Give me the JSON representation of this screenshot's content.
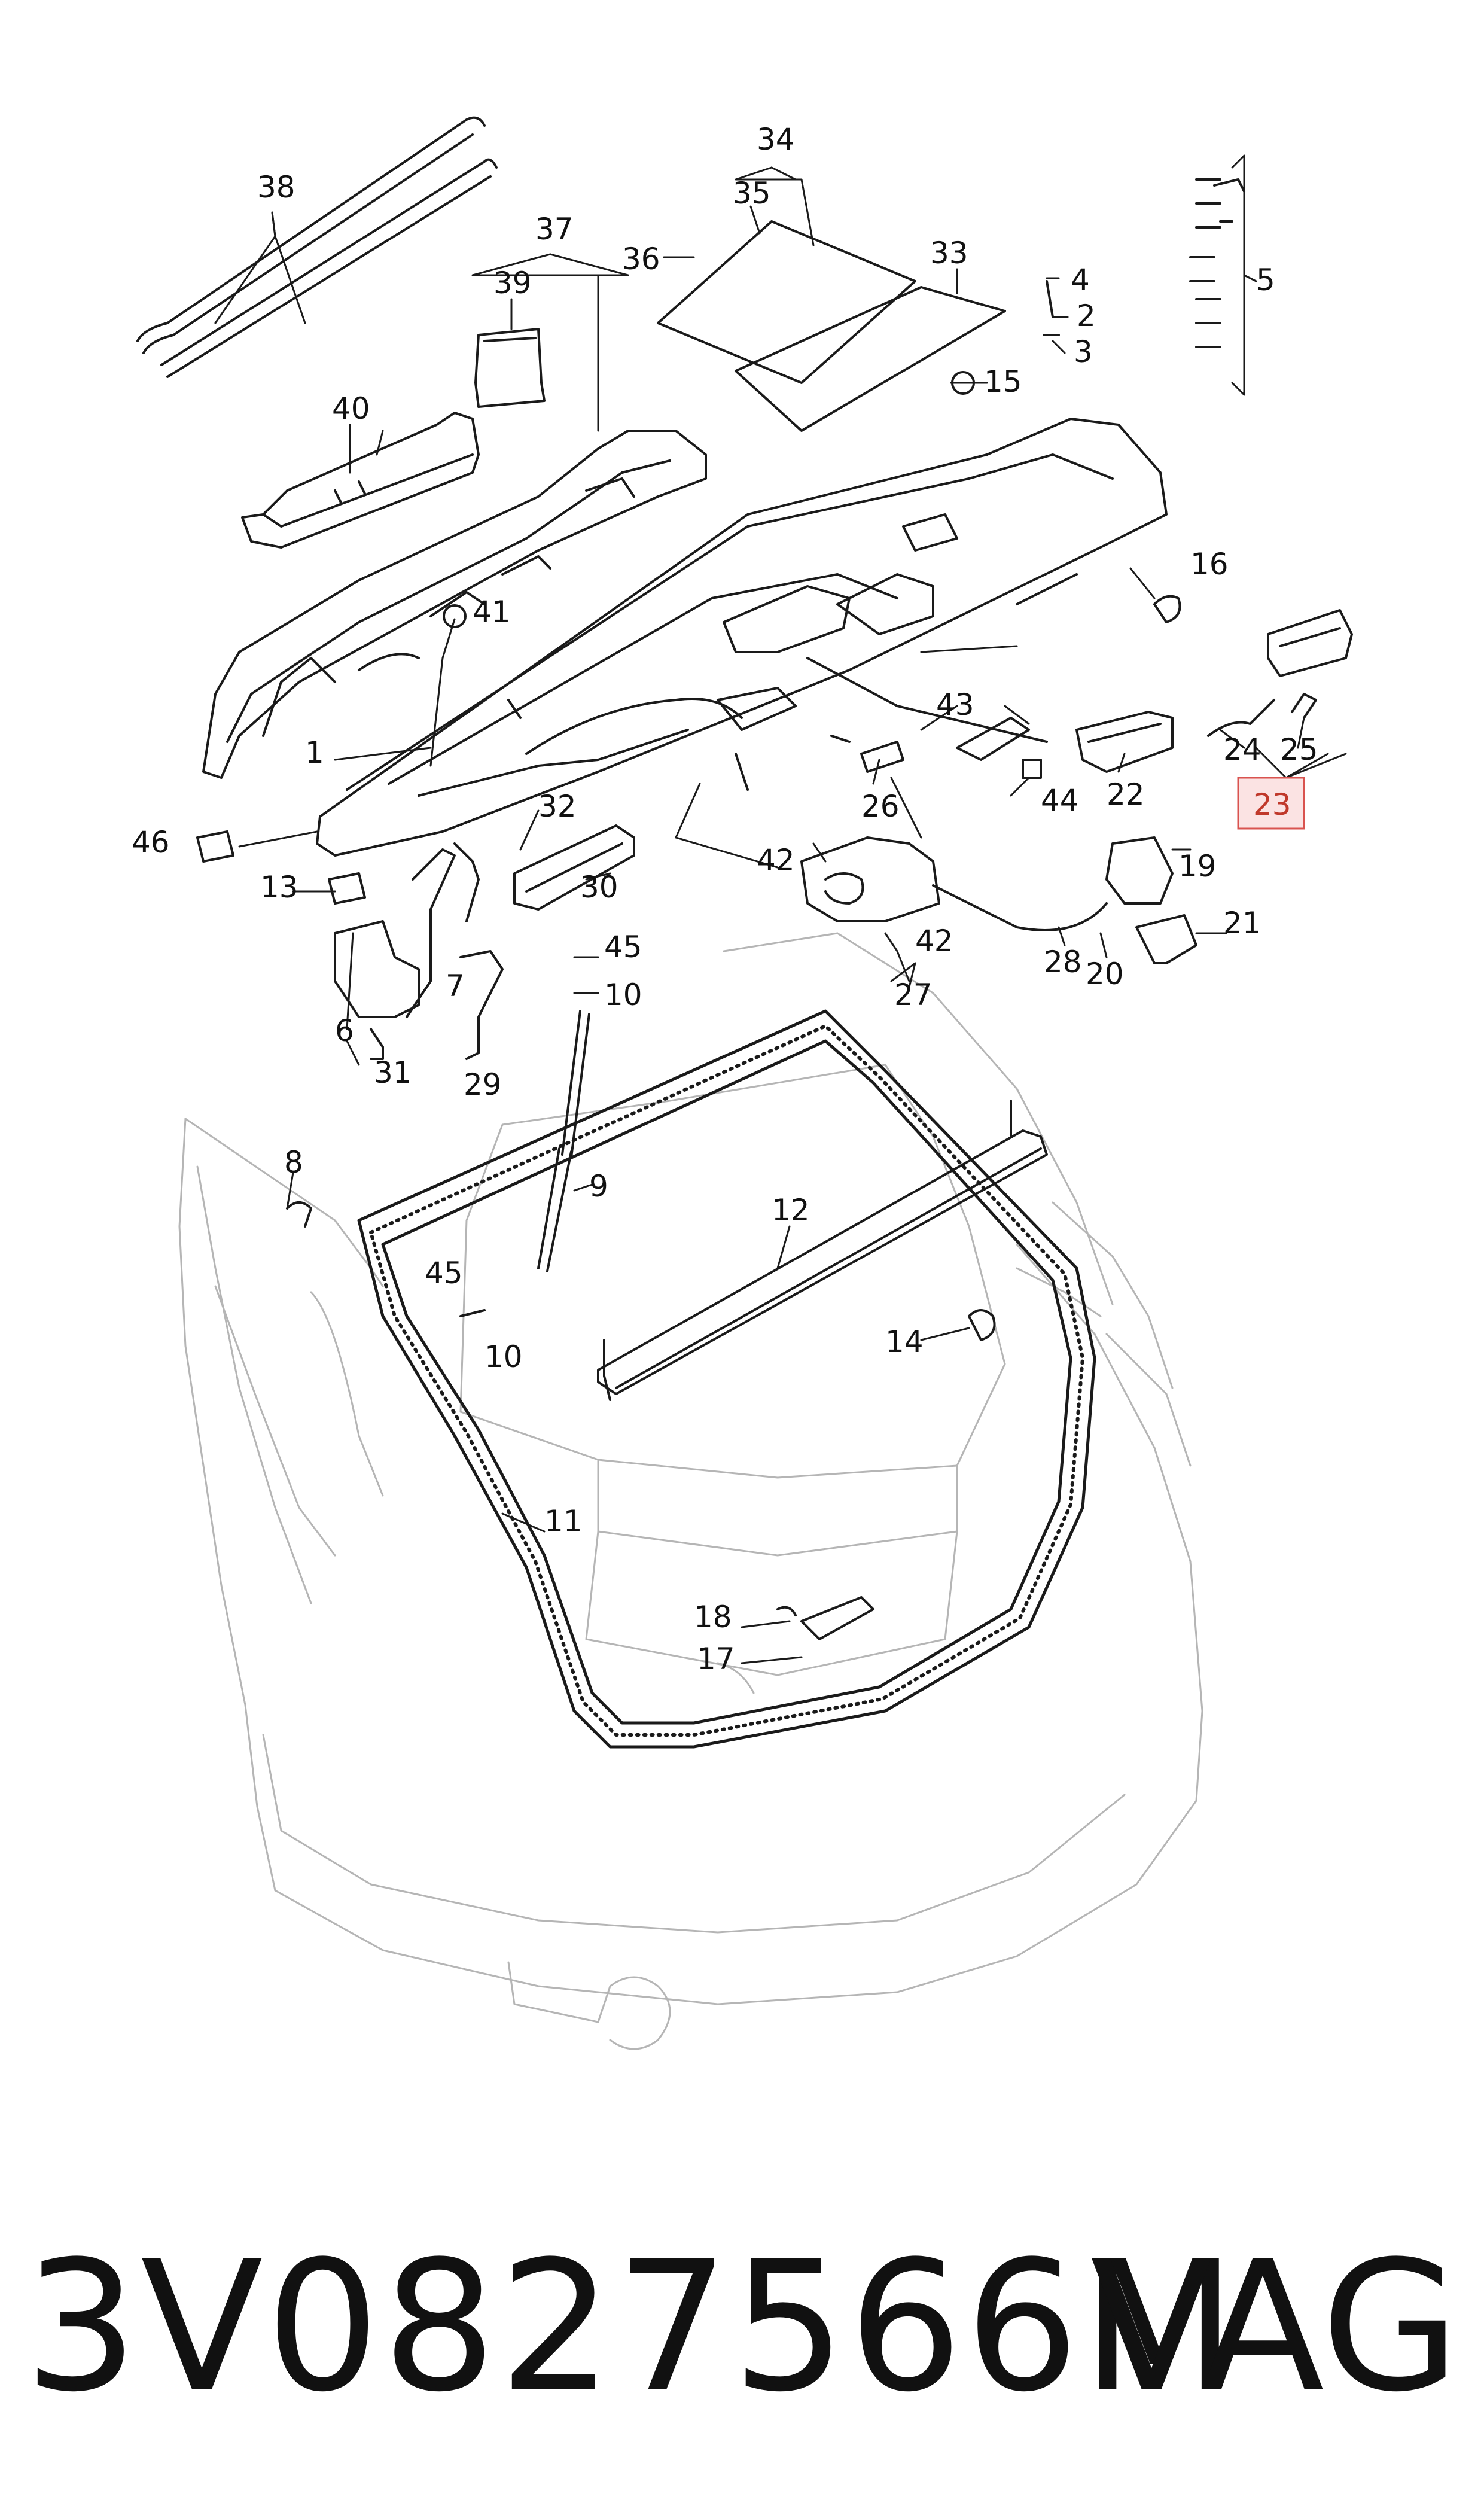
{
  "diagram": {
    "callouts": [
      "38",
      "37",
      "39",
      "40",
      "41",
      "1",
      "46",
      "13",
      "32",
      "30",
      "6",
      "31",
      "7",
      "29",
      "45",
      "10",
      "9",
      "8",
      "12",
      "14",
      "11",
      "18",
      "17",
      "34",
      "35",
      "36",
      "33",
      "4",
      "2",
      "3",
      "5",
      "15",
      "16",
      "43",
      "26",
      "44",
      "22",
      "24",
      "25",
      "23",
      "42",
      "19",
      "21",
      "27",
      "28",
      "20"
    ],
    "highlighted_callout": "23",
    "highlight_color": "#d9534f",
    "line_color": "#1a1a1a"
  },
  "footer": {
    "part_number": "3V0827566M",
    "brand": "VAG"
  }
}
